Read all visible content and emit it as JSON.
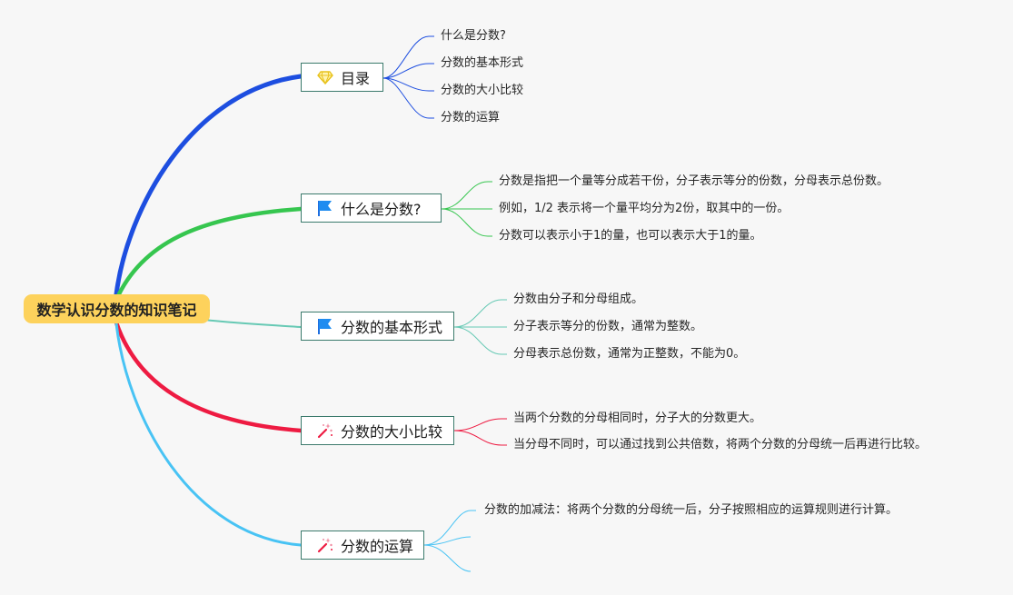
{
  "root": {
    "label": "数学认识分数的知识笔记",
    "color": "#fdd25c"
  },
  "branches": [
    {
      "label": "目录",
      "icon": "diamond-icon",
      "color": "#1d4ee0",
      "items": [
        "什么是分数?",
        "分数的基本形式",
        "分数的大小比较",
        "分数的运算"
      ]
    },
    {
      "label": "什么是分数?",
      "icon": "flag-icon",
      "color": "#36c64f",
      "items": [
        "分数是指把一个量等分成若干份，分子表示等分的份数，分母表示总份数。",
        "例如，1/2 表示将一个量平均分为2份，取其中的一份。",
        "分数可以表示小于1的量，也可以表示大于1的量。"
      ]
    },
    {
      "label": "分数的基本形式",
      "icon": "flag-icon",
      "color": "#66c9b4",
      "items": [
        "分数由分子和分母组成。",
        "分子表示等分的份数，通常为整数。",
        "分母表示总份数，通常为正整数，不能为0。"
      ]
    },
    {
      "label": "分数的大小比较",
      "icon": "magic-wand-icon",
      "color": "#ee1b42",
      "items": [
        "当两个分数的分母相同时，分子大的分数更大。",
        "当分母不同时，可以通过找到公共倍数，将两个分数的分母统一后再进行比较。"
      ]
    },
    {
      "label": "分数的运算",
      "icon": "magic-wand-icon",
      "color": "#48c3f4",
      "items": [
        "分数的加减法：将两个分数的分母统一后，分子按照相应的运算规则进行计算。",
        "",
        ""
      ]
    }
  ]
}
